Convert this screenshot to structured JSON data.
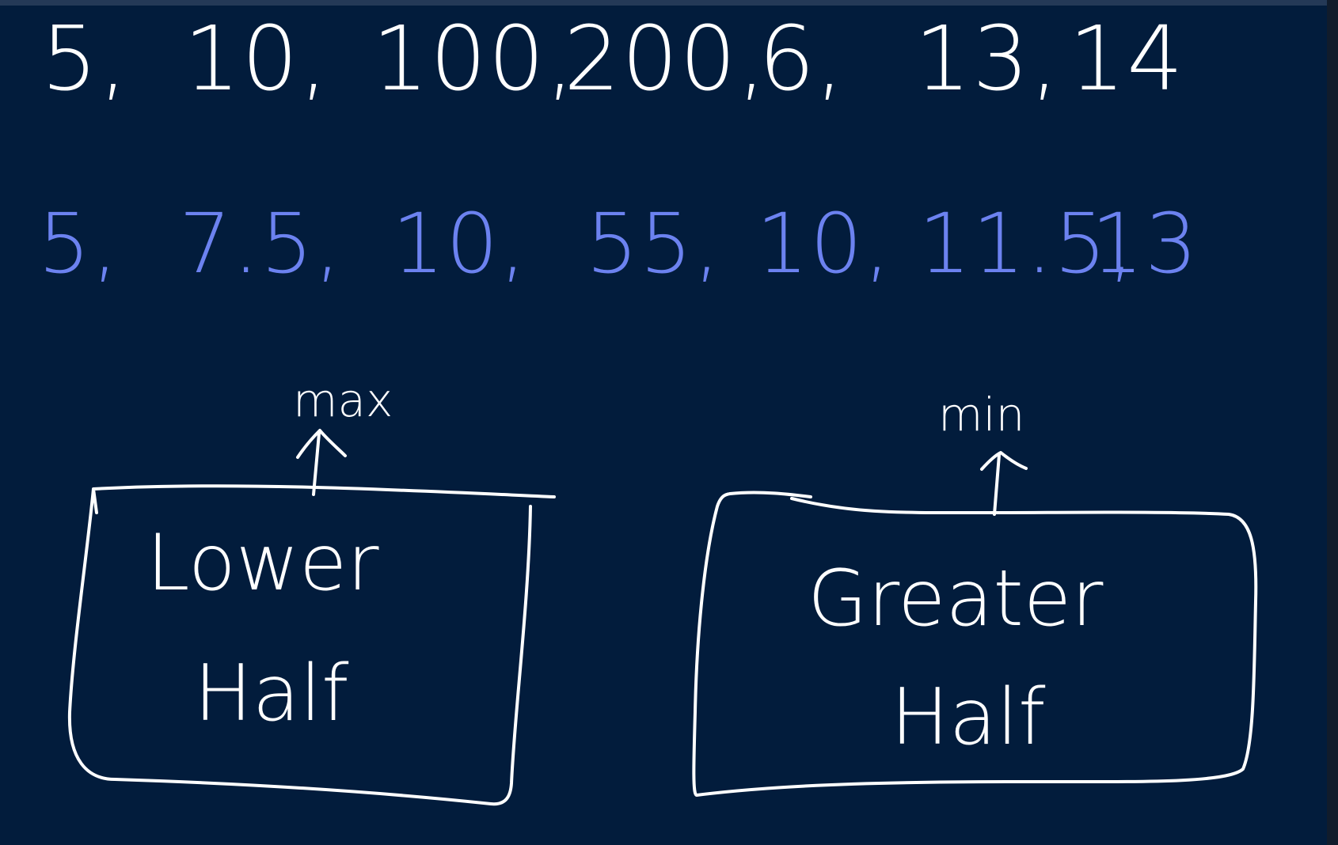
{
  "sequence": [
    "5,",
    "10,",
    "100,",
    "200,",
    "6",
    ",",
    "13,",
    "14"
  ],
  "medians": [
    "5,",
    "7.5,",
    "10,",
    "55,",
    "10,",
    "11.5,",
    "13"
  ],
  "lower_heap": {
    "top_label": "max",
    "name_line1": "Lower",
    "name_line2": "Half"
  },
  "upper_heap": {
    "top_label": "min",
    "name_line1": "Greater",
    "name_line2": "Half"
  },
  "colors": {
    "background": "#021c3c",
    "ink_white": "#ffffff",
    "ink_blue": "#6c82f0"
  }
}
